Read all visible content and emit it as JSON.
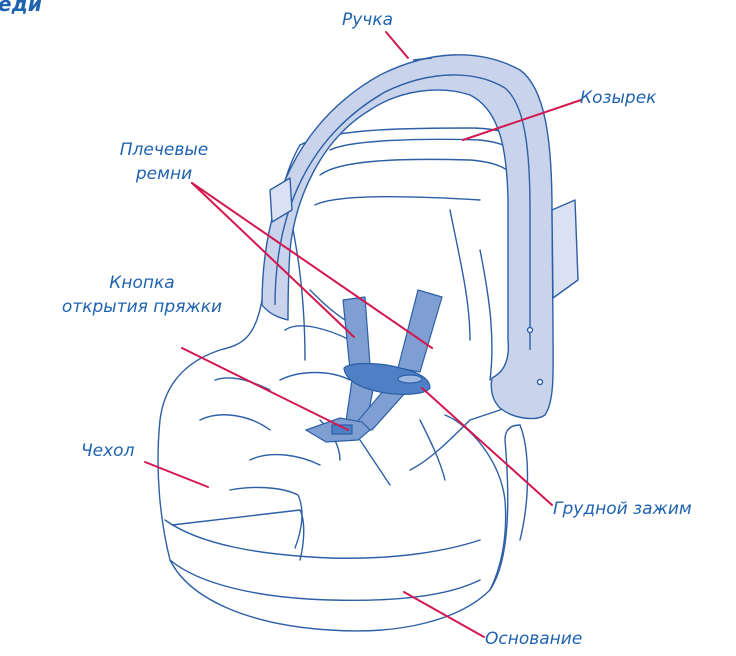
{
  "diagram": {
    "corner_text": "еди",
    "labels": {
      "handle": "Ручка",
      "canopy": "Козырек",
      "shoulder_straps": [
        "Плечевые",
        "ремни"
      ],
      "buckle_button": [
        "Кнопка",
        "открытия пряжки"
      ],
      "cover": "Чехол",
      "chest_clip": "Грудной зажим",
      "base": "Основание"
    },
    "colors": {
      "label_text": "#1f63b0",
      "leader_line": "#d3174f",
      "outline": "#2c5fa6",
      "handle_fill": "#c9d4ec",
      "strap_fill": "#7f9fd2",
      "clip_fill": "#4f7fc4"
    }
  }
}
